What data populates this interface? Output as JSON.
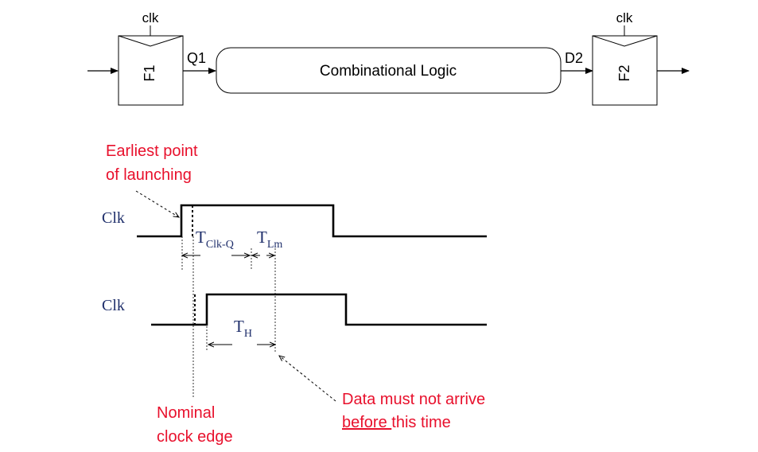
{
  "circuit": {
    "ff1": {
      "clock": "clk",
      "name": "F1"
    },
    "ff2": {
      "clock": "clk",
      "name": "F2"
    },
    "output_q1": "Q1",
    "input_d2": "D2",
    "logic_block": "Combinational Logic"
  },
  "timing": {
    "row1_clock": "Clk",
    "row2_clock": "Clk",
    "t_clkq": {
      "main": "T",
      "sub": "Clk-Q"
    },
    "t_lm": {
      "main": "T",
      "sub": "Lm"
    },
    "t_h": {
      "main": "T",
      "sub": "H"
    }
  },
  "annotations": {
    "earliest_line1": "Earliest point",
    "earliest_line2": "of launching",
    "nominal_line1": "Nominal",
    "nominal_line2": "clock edge",
    "data_line1": "Data must not arrive",
    "data_line2_underlined": "before ",
    "data_line2_rest": "this time"
  },
  "colors": {
    "annotation": "#e8102c",
    "timing_label": "#1f2f6b",
    "ink": "#000000"
  }
}
